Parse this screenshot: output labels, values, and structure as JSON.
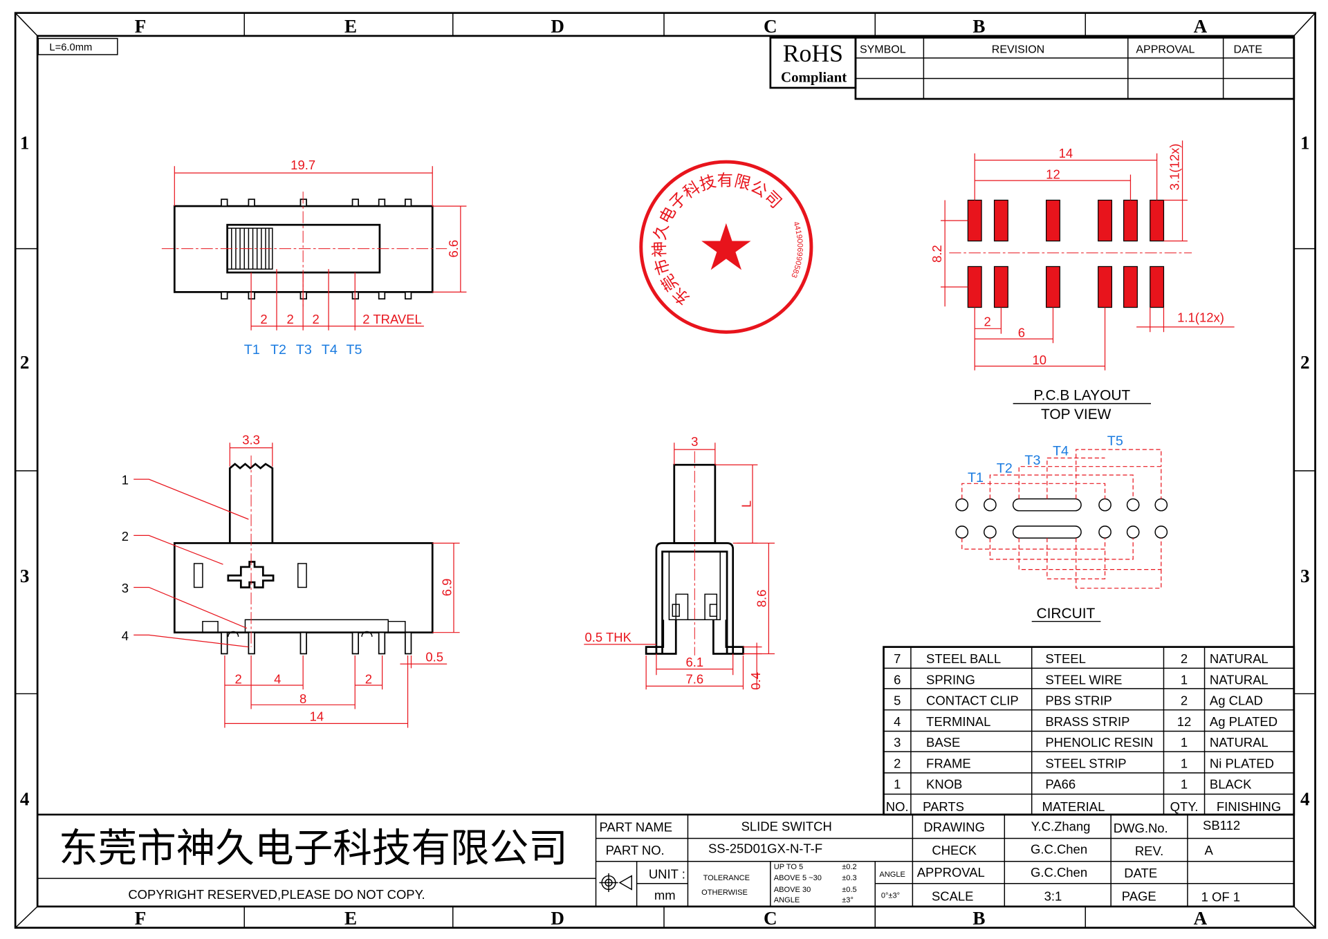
{
  "frame": {
    "cols": [
      "F",
      "E",
      "D",
      "C",
      "B",
      "A"
    ],
    "rows": [
      "1",
      "2",
      "3",
      "4"
    ],
    "length_note": "L=6.0mm"
  },
  "rohs": {
    "title": "RoHS",
    "subtitle": "Compliant"
  },
  "revision_table": {
    "headers": [
      "SYMBOL",
      "REVISION",
      "APPROVAL",
      "DATE"
    ]
  },
  "top_view": {
    "width": "19.7",
    "height": "6.6",
    "pitches": [
      "2",
      "2",
      "2"
    ],
    "travel": "2  TRAVEL",
    "terminals": [
      "T1",
      "T2",
      "T3",
      "T4",
      "T5"
    ]
  },
  "side_view": {
    "knob_width": "3.3",
    "height": "6.9",
    "callouts": [
      "1",
      "2",
      "3",
      "4"
    ],
    "dims": [
      "2",
      "4",
      "8",
      "14",
      "2",
      "0.5"
    ]
  },
  "end_view": {
    "knob": "3",
    "knob_length": "L",
    "height": "8.6",
    "thickness": "0.5  THK",
    "inner": "6.1",
    "outer": "7.6",
    "pin": "0.4"
  },
  "pcb": {
    "d14": "14",
    "d12": "12",
    "d82": "8.2",
    "pad_len": "3.1(12x)",
    "pad_w": "1.1(12x)",
    "d2": "2",
    "d6": "6",
    "d10": "10",
    "title": "P.C.B  LAYOUT",
    "subtitle": "TOP  VIEW"
  },
  "circuit": {
    "title": "CIRCUIT",
    "terminals": [
      "T1",
      "T2",
      "T3",
      "T4",
      "T5"
    ]
  },
  "stamp": {
    "text": "东莞市神久电子科技有限公司",
    "number": "4419006990583"
  },
  "parts": {
    "headers": [
      "NO.",
      "PARTS",
      "MATERIAL",
      "QTY.",
      "FINISHING"
    ],
    "rows": [
      [
        "7",
        "STEEL  BALL",
        "STEEL",
        "2",
        "NATURAL"
      ],
      [
        "6",
        "SPRING",
        "STEEL  WIRE",
        "1",
        "NATURAL"
      ],
      [
        "5",
        "CONTACT  CLIP",
        "PBS  STRIP",
        "2",
        "Ag  CLAD"
      ],
      [
        "4",
        "TERMINAL",
        "BRASS  STRIP",
        "12",
        "Ag  PLATED"
      ],
      [
        "3",
        "BASE",
        "PHENOLIC  RESIN",
        "1",
        "NATURAL"
      ],
      [
        "2",
        "FRAME",
        "STEEL  STRIP",
        "1",
        "Ni  PLATED"
      ],
      [
        "1",
        "KNOB",
        "PA66",
        "1",
        "BLACK"
      ]
    ]
  },
  "title_block": {
    "company": "东莞市神久电子科技有限公司",
    "copyright": "COPYRIGHT  RESERVED,PLEASE  DO  NOT  COPY.",
    "part_name_label": "PART  NAME",
    "part_name": "SLIDE  SWITCH",
    "part_no_label": "PART  NO.",
    "part_no": "SS-25D01GX-N-T-F",
    "unit_label": "UNIT :",
    "unit": "mm",
    "tol1": "TOLERANCE",
    "tol2": "OTHERWISE",
    "ranges": [
      "UP  TO  5",
      "ABOVE  5 ~30",
      "ABOVE  30",
      "ANGLE"
    ],
    "tols": [
      "±0.2",
      "±0.3",
      "±0.5",
      "±3°"
    ],
    "angle_label": "ANGLE",
    "angle": "0°±3°",
    "drawing_label": "DRAWING",
    "drawing": "Y.C.Zhang",
    "check_label": "CHECK",
    "check": "G.C.Chen",
    "approval_label": "APPROVAL",
    "approval": "G.C.Chen",
    "scale_label": "SCALE",
    "scale": "3:1",
    "dwg_label": "DWG.No.",
    "dwg": "SB112",
    "rev_label": "REV.",
    "rev": "A",
    "date_label": "DATE",
    "date": "",
    "page_label": "PAGE",
    "page": "1  OF  1"
  }
}
